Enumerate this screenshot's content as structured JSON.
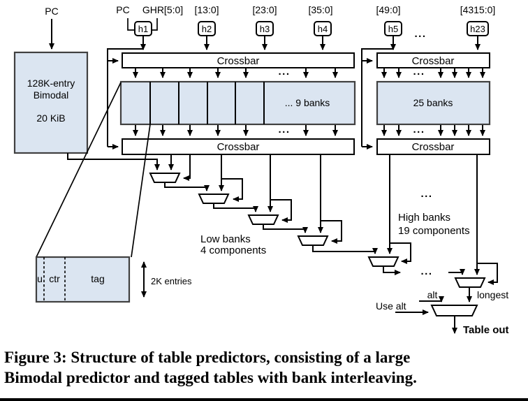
{
  "caption": {
    "line1": "Figure 3: Structure of table predictors, consisting of a large",
    "line2": "Bimodal predictor and tagged tables with bank interleaving."
  },
  "labels": {
    "pc": "PC",
    "pc_hash_input": "PC",
    "ghr": "GHR[5:0]",
    "bits_13": "[13:0]",
    "bits_23": "[23:0]",
    "bits_35": "[35:0]",
    "bits_49": "[49:0]",
    "bits_4315": "[4315:0]",
    "h1": "h1",
    "h2": "h2",
    "h3": "h3",
    "h4": "h4",
    "h5": "h5",
    "h23": "h23",
    "crossbar": "Crossbar",
    "ellipsis": "...",
    "bimodal_line1": "128K-entry",
    "bimodal_line2": "Bimodal",
    "bimodal_size": "20 KiB",
    "banks_9": "... 9 banks",
    "banks_25": "25 banks",
    "low_banks_1": "Low banks",
    "low_banks_2": "4 components",
    "high_banks_1": "High banks",
    "high_banks_2": "19 components",
    "entry_u": "u",
    "entry_ctr": "ctr",
    "entry_tag": "tag",
    "entries_2k": "2K entries",
    "use_alt": "Use alt",
    "alt": "alt",
    "longest": "longest",
    "table_out": "Table out"
  },
  "colors": {
    "table_fill": "#dbe5f1",
    "box_border": "#404040",
    "line": "#000000"
  }
}
